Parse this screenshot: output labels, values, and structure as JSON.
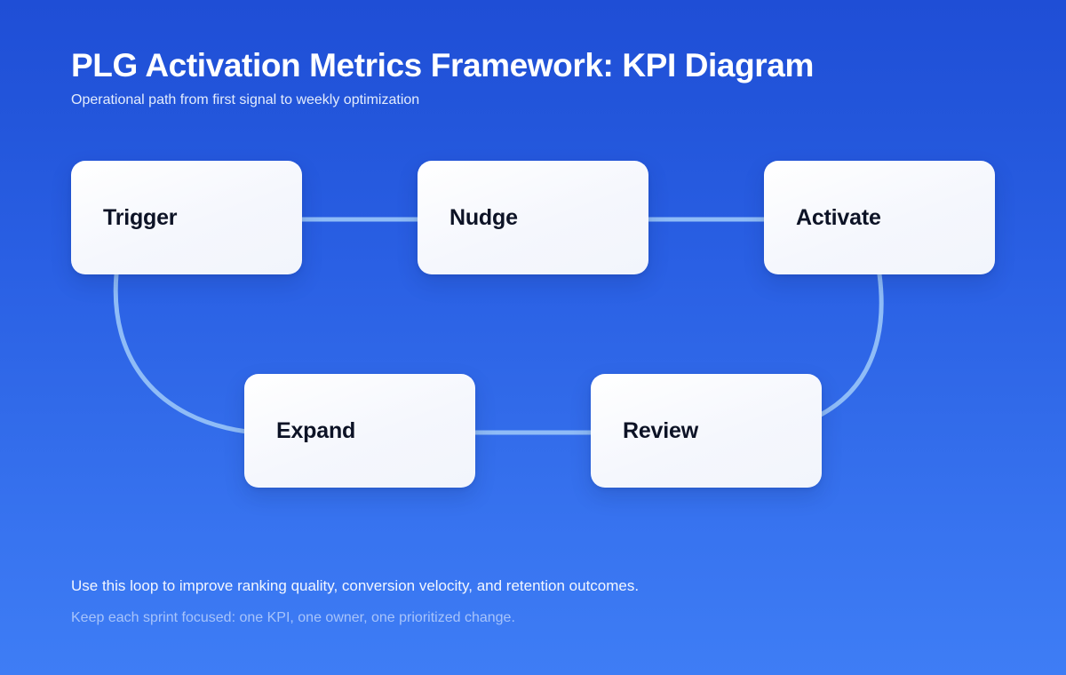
{
  "header": {
    "title": "PLG Activation Metrics Framework: KPI Diagram",
    "subtitle": "Operational path from first signal to weekly optimization"
  },
  "diagram": {
    "type": "flow-loop",
    "nodes": [
      {
        "id": "trigger",
        "label": "Trigger"
      },
      {
        "id": "nudge",
        "label": "Nudge"
      },
      {
        "id": "activate",
        "label": "Activate"
      },
      {
        "id": "expand",
        "label": "Expand"
      },
      {
        "id": "review",
        "label": "Review"
      }
    ],
    "edges": [
      {
        "from": "trigger",
        "to": "nudge",
        "style": "straight"
      },
      {
        "from": "nudge",
        "to": "activate",
        "style": "straight"
      },
      {
        "from": "activate",
        "to": "review",
        "style": "curve"
      },
      {
        "from": "review",
        "to": "expand",
        "style": "straight"
      },
      {
        "from": "expand",
        "to": "trigger",
        "style": "curve"
      }
    ]
  },
  "footer": {
    "primary": "Use this loop to improve ranking quality, conversion velocity, and retention outcomes.",
    "secondary": "Keep each sprint focused: one KPI, one owner, one prioritized change."
  },
  "colors": {
    "background_top": "#1f4ed6",
    "background_bottom": "#3e7df5",
    "node_fill": "#f5f7fd",
    "node_text": "#0d1326",
    "connector": "#8fbcf7",
    "title_text": "#ffffff",
    "subtitle_text": "#e3ecfd"
  }
}
